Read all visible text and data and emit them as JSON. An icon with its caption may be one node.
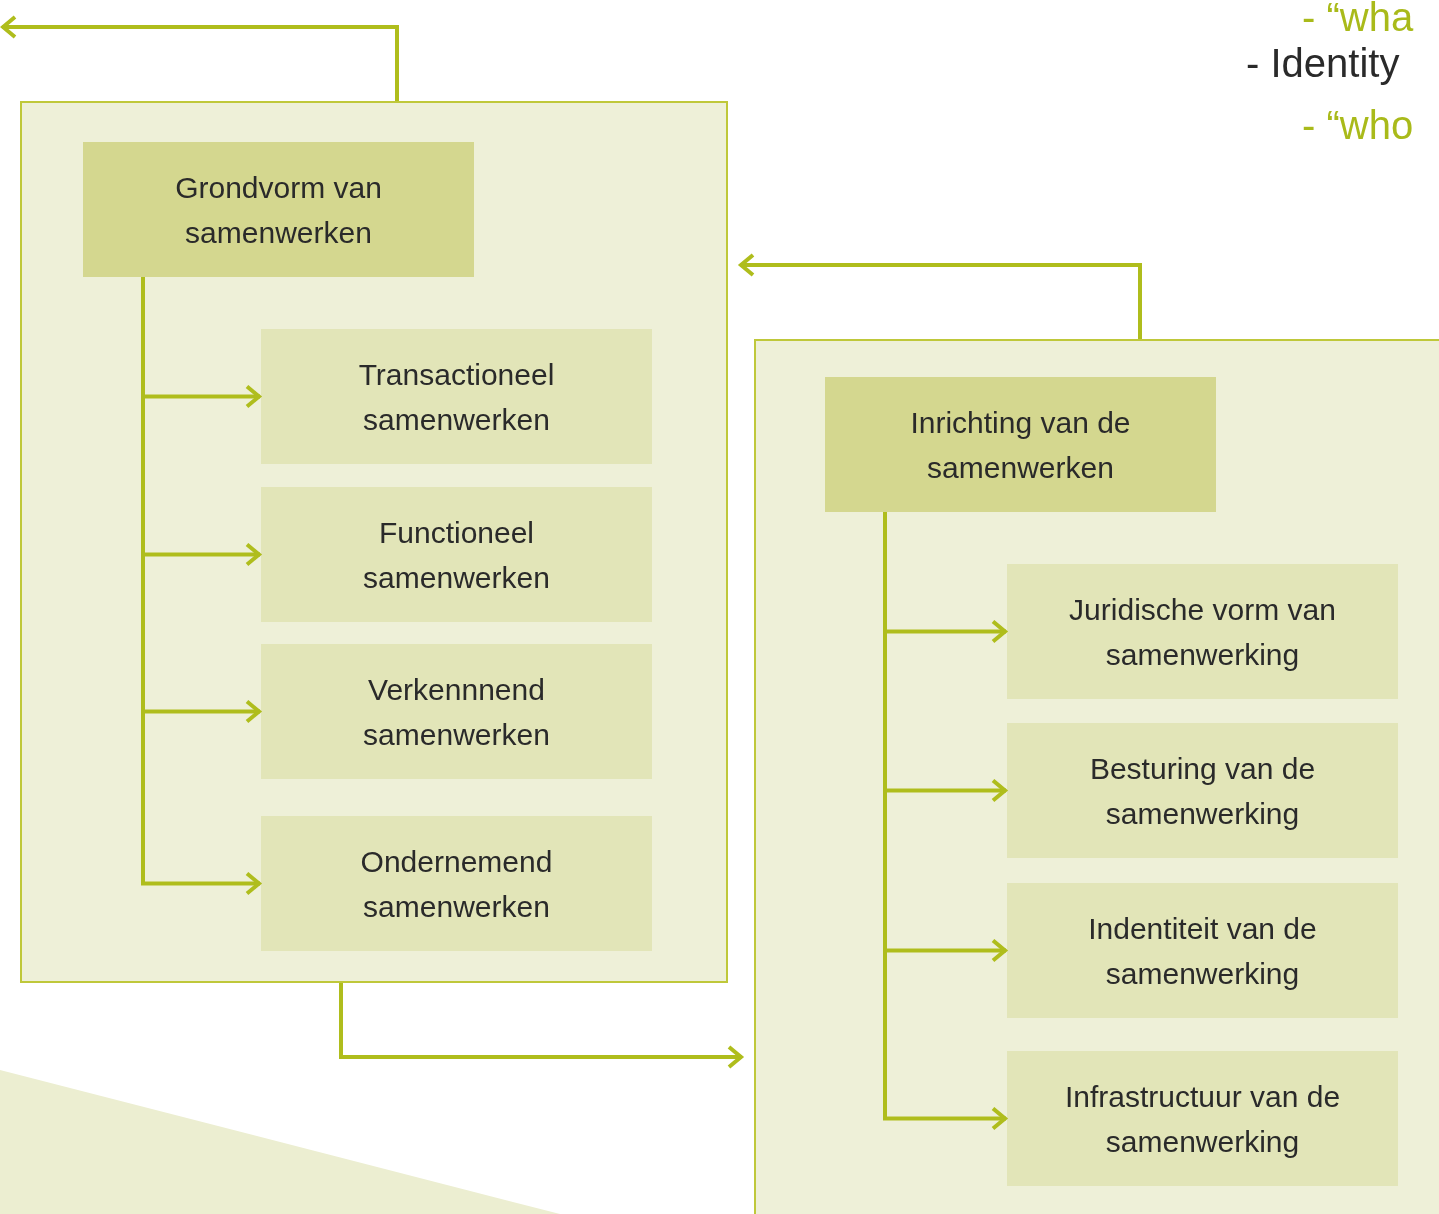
{
  "diagram": {
    "nodes": [
      {
        "text": [],
        "shape": "box"
      },
      {
        "text": [
          "Grondvorm van samenwerken"
        ],
        "in": 0
      },
      {
        "text": [
          "Transactioneel samenwerken"
        ],
        "in": 0
      },
      {
        "text": [
          "Functioneel samenwerken"
        ],
        "in": 0
      },
      {
        "text": [
          "Verkennnend samenwerken"
        ],
        "in": 0
      },
      {
        "text": [
          "Ondernemend samenwerken"
        ],
        "in": 0
      },
      {
        "text": [],
        "shape": "box"
      },
      {
        "text": [
          "Inrichting van de samenwerken"
        ],
        "in": 6
      },
      {
        "text": [
          "Juridische vorm van samenwerking"
        ],
        "in": 6
      },
      {
        "text": [
          "Besturing van de samenwerking"
        ],
        "in": 6
      },
      {
        "text": [
          "Indentiteit van de samenwerking"
        ],
        "in": 6
      },
      {
        "text": [
          "Infrastructuur van de samenwerking"
        ],
        "in": 6
      }
    ],
    "edges": [
      {
        "from": 0,
        "to": null,
        "arrow": "to"
      },
      {
        "from": 6,
        "to": 0,
        "arrow": "to"
      },
      {
        "from": 0,
        "to": 6,
        "arrow": "to"
      },
      {
        "from": 1,
        "to": 2,
        "arrow": "to"
      },
      {
        "from": 1,
        "to": 3,
        "arrow": "to"
      },
      {
        "from": 1,
        "to": 4,
        "arrow": "to"
      },
      {
        "from": 1,
        "to": 5,
        "arrow": "to"
      },
      {
        "from": 7,
        "to": 8,
        "arrow": "to"
      },
      {
        "from": 7,
        "to": 9,
        "arrow": "to"
      },
      {
        "from": 7,
        "to": 10,
        "arrow": "to"
      },
      {
        "from": 7,
        "to": 11,
        "arrow": "to"
      }
    ],
    "labels": [
      "- “wha",
      "- Identity",
      "- “who"
    ]
  }
}
